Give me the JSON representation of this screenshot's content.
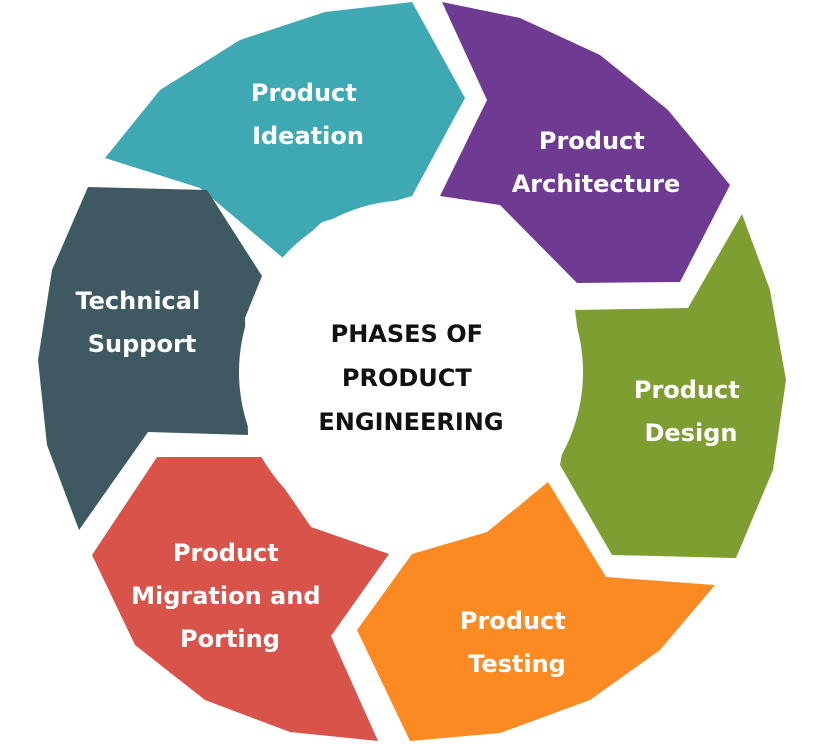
{
  "center": {
    "lines": [
      "PHASES OF",
      "PRODUCT",
      "ENGINEERING"
    ]
  },
  "phases": [
    {
      "lines": [
        "Product",
        "Ideation"
      ],
      "color": "#3ea8b3"
    },
    {
      "lines": [
        "Product",
        "Architecture"
      ],
      "color": "#6e3a92"
    },
    {
      "lines": [
        "Product",
        "Design"
      ],
      "color": "#7f9e32"
    },
    {
      "lines": [
        "Product",
        "Testing"
      ],
      "color": "#fb8a23"
    },
    {
      "lines": [
        "Product",
        "Migration and",
        "Porting"
      ],
      "color": "#d8534a"
    },
    {
      "lines": [
        "Technical",
        "Support"
      ],
      "color": "#3f5962"
    }
  ]
}
